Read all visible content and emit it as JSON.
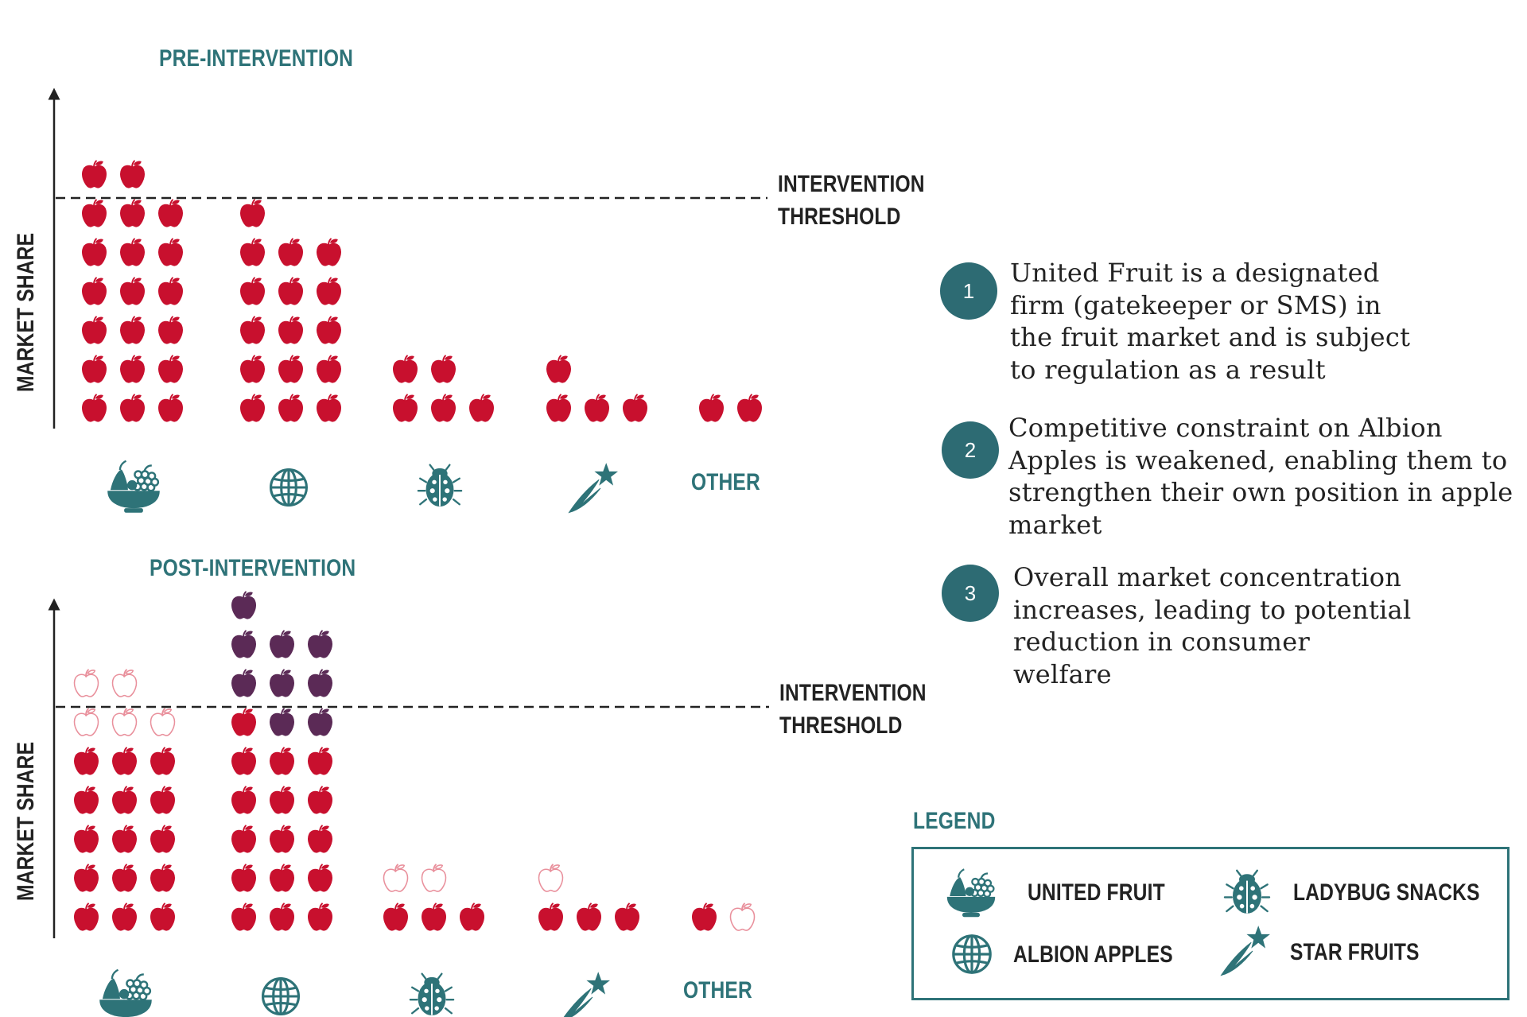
{
  "colors": {
    "teal": "#2e7378",
    "badge": "#2d6b73",
    "apple_red": "#c8102e",
    "apple_purple": "#5b2a56",
    "apple_outline": "#e9909c",
    "text": "#222222"
  },
  "pre": {
    "title": "PRE-INTERVENTION",
    "ylabel": "MARKET SHARE",
    "threshold_line1": "INTERVENTION",
    "threshold_line2": "THRESHOLD",
    "other_label": "OTHER"
  },
  "post": {
    "title": "POST-INTERVENTION",
    "ylabel": "MARKET SHARE",
    "threshold_line1": "INTERVENTION",
    "threshold_line2": "THRESHOLD",
    "other_label": "OTHER"
  },
  "points": [
    {
      "number": "1",
      "lines": [
        "United Fruit is a designated",
        "firm (gatekeeper or SMS)  in",
        "the fruit market and is subject",
        "to regulation as a result"
      ]
    },
    {
      "number": "2",
      "lines": [
        "Competitive constraint on Albion",
        "Apples is weakened, enabling them to",
        "strengthen their own position in apple",
        "market"
      ]
    },
    {
      "number": "3",
      "lines": [
        "Overall market concentration",
        "increases, leading to potential",
        "reduction in consumer",
        "welfare"
      ]
    }
  ],
  "legend": {
    "title": "LEGEND",
    "items": [
      {
        "icon": "fruit-bowl-icon",
        "label": "UNITED FRUIT"
      },
      {
        "icon": "ladybug-icon",
        "label": "LADYBUG SNACKS"
      },
      {
        "icon": "globe-icon",
        "label": "ALBION APPLES"
      },
      {
        "icon": "shooting-star-icon",
        "label": "STAR FRUITS"
      }
    ]
  },
  "chart_data": [
    {
      "type": "pictograph",
      "title": "PRE-INTERVENTION",
      "ylabel": "MARKET SHARE",
      "threshold_label": "INTERVENTION THRESHOLD",
      "threshold_row": 6,
      "categories": [
        "UNITED FRUIT",
        "ALBION APPLES",
        "LADYBUG SNACKS",
        "STAR FRUITS",
        "OTHER"
      ],
      "columns": [
        {
          "category": "UNITED FRUIT",
          "stacks": [
            [
              "red",
              7
            ]
          ],
          "stacks2": [
            [
              "red",
              7
            ]
          ],
          "stacks3": [
            [
              "red",
              6
            ]
          ]
        },
        {
          "category": "ALBION APPLES",
          "stacks": [
            [
              "red",
              6
            ]
          ],
          "stacks2": [
            [
              "red",
              5
            ]
          ],
          "stacks3": [
            [
              "red",
              5
            ]
          ]
        },
        {
          "category": "LADYBUG SNACKS",
          "stacks": [
            [
              "red",
              2
            ]
          ],
          "stacks2": [
            [
              "red",
              2
            ]
          ],
          "stacks3": [
            [
              "red",
              1
            ]
          ]
        },
        {
          "category": "STAR FRUITS",
          "stacks": [
            [
              "red",
              2
            ]
          ],
          "stacks2": [
            [
              "red",
              1
            ]
          ],
          "stacks3": [
            [
              "red",
              1
            ]
          ]
        },
        {
          "category": "OTHER",
          "stacks": [
            [
              "red",
              1
            ]
          ],
          "stacks2": [
            [
              "red",
              1
            ]
          ],
          "stacks3": []
        }
      ]
    },
    {
      "type": "pictograph",
      "title": "POST-INTERVENTION",
      "ylabel": "MARKET SHARE",
      "threshold_label": "INTERVENTION THRESHOLD",
      "threshold_row": 6,
      "categories": [
        "UNITED FRUIT",
        "ALBION APPLES",
        "LADYBUG SNACKS",
        "STAR FRUITS",
        "OTHER"
      ],
      "columns": [
        {
          "category": "UNITED FRUIT",
          "stacks": [
            [
              "red",
              5
            ],
            [
              "outline",
              2
            ]
          ],
          "stacks2": [
            [
              "red",
              5
            ],
            [
              "outline",
              2
            ]
          ],
          "stacks3": [
            [
              "red",
              5
            ],
            [
              "outline",
              1
            ]
          ]
        },
        {
          "category": "ALBION APPLES",
          "stacks": [
            [
              "red",
              6
            ],
            [
              "purple",
              3
            ]
          ],
          "stacks2": [
            [
              "red",
              5
            ],
            [
              "purple",
              3
            ]
          ],
          "stacks3": [
            [
              "red",
              5
            ],
            [
              "purple",
              3
            ]
          ]
        },
        {
          "category": "LADYBUG SNACKS",
          "stacks": [
            [
              "red",
              1
            ],
            [
              "outline",
              1
            ]
          ],
          "stacks2": [
            [
              "red",
              1
            ],
            [
              "outline",
              1
            ]
          ],
          "stacks3": [
            [
              "red",
              1
            ]
          ]
        },
        {
          "category": "STAR FRUITS",
          "stacks": [
            [
              "red",
              1
            ],
            [
              "outline",
              1
            ]
          ],
          "stacks2": [
            [
              "red",
              1
            ]
          ],
          "stacks3": [
            [
              "red",
              1
            ]
          ]
        },
        {
          "category": "OTHER",
          "stacks": [
            [
              "red",
              1
            ]
          ],
          "stacks2": [
            [
              "outline",
              1
            ]
          ],
          "stacks3": []
        }
      ]
    }
  ]
}
